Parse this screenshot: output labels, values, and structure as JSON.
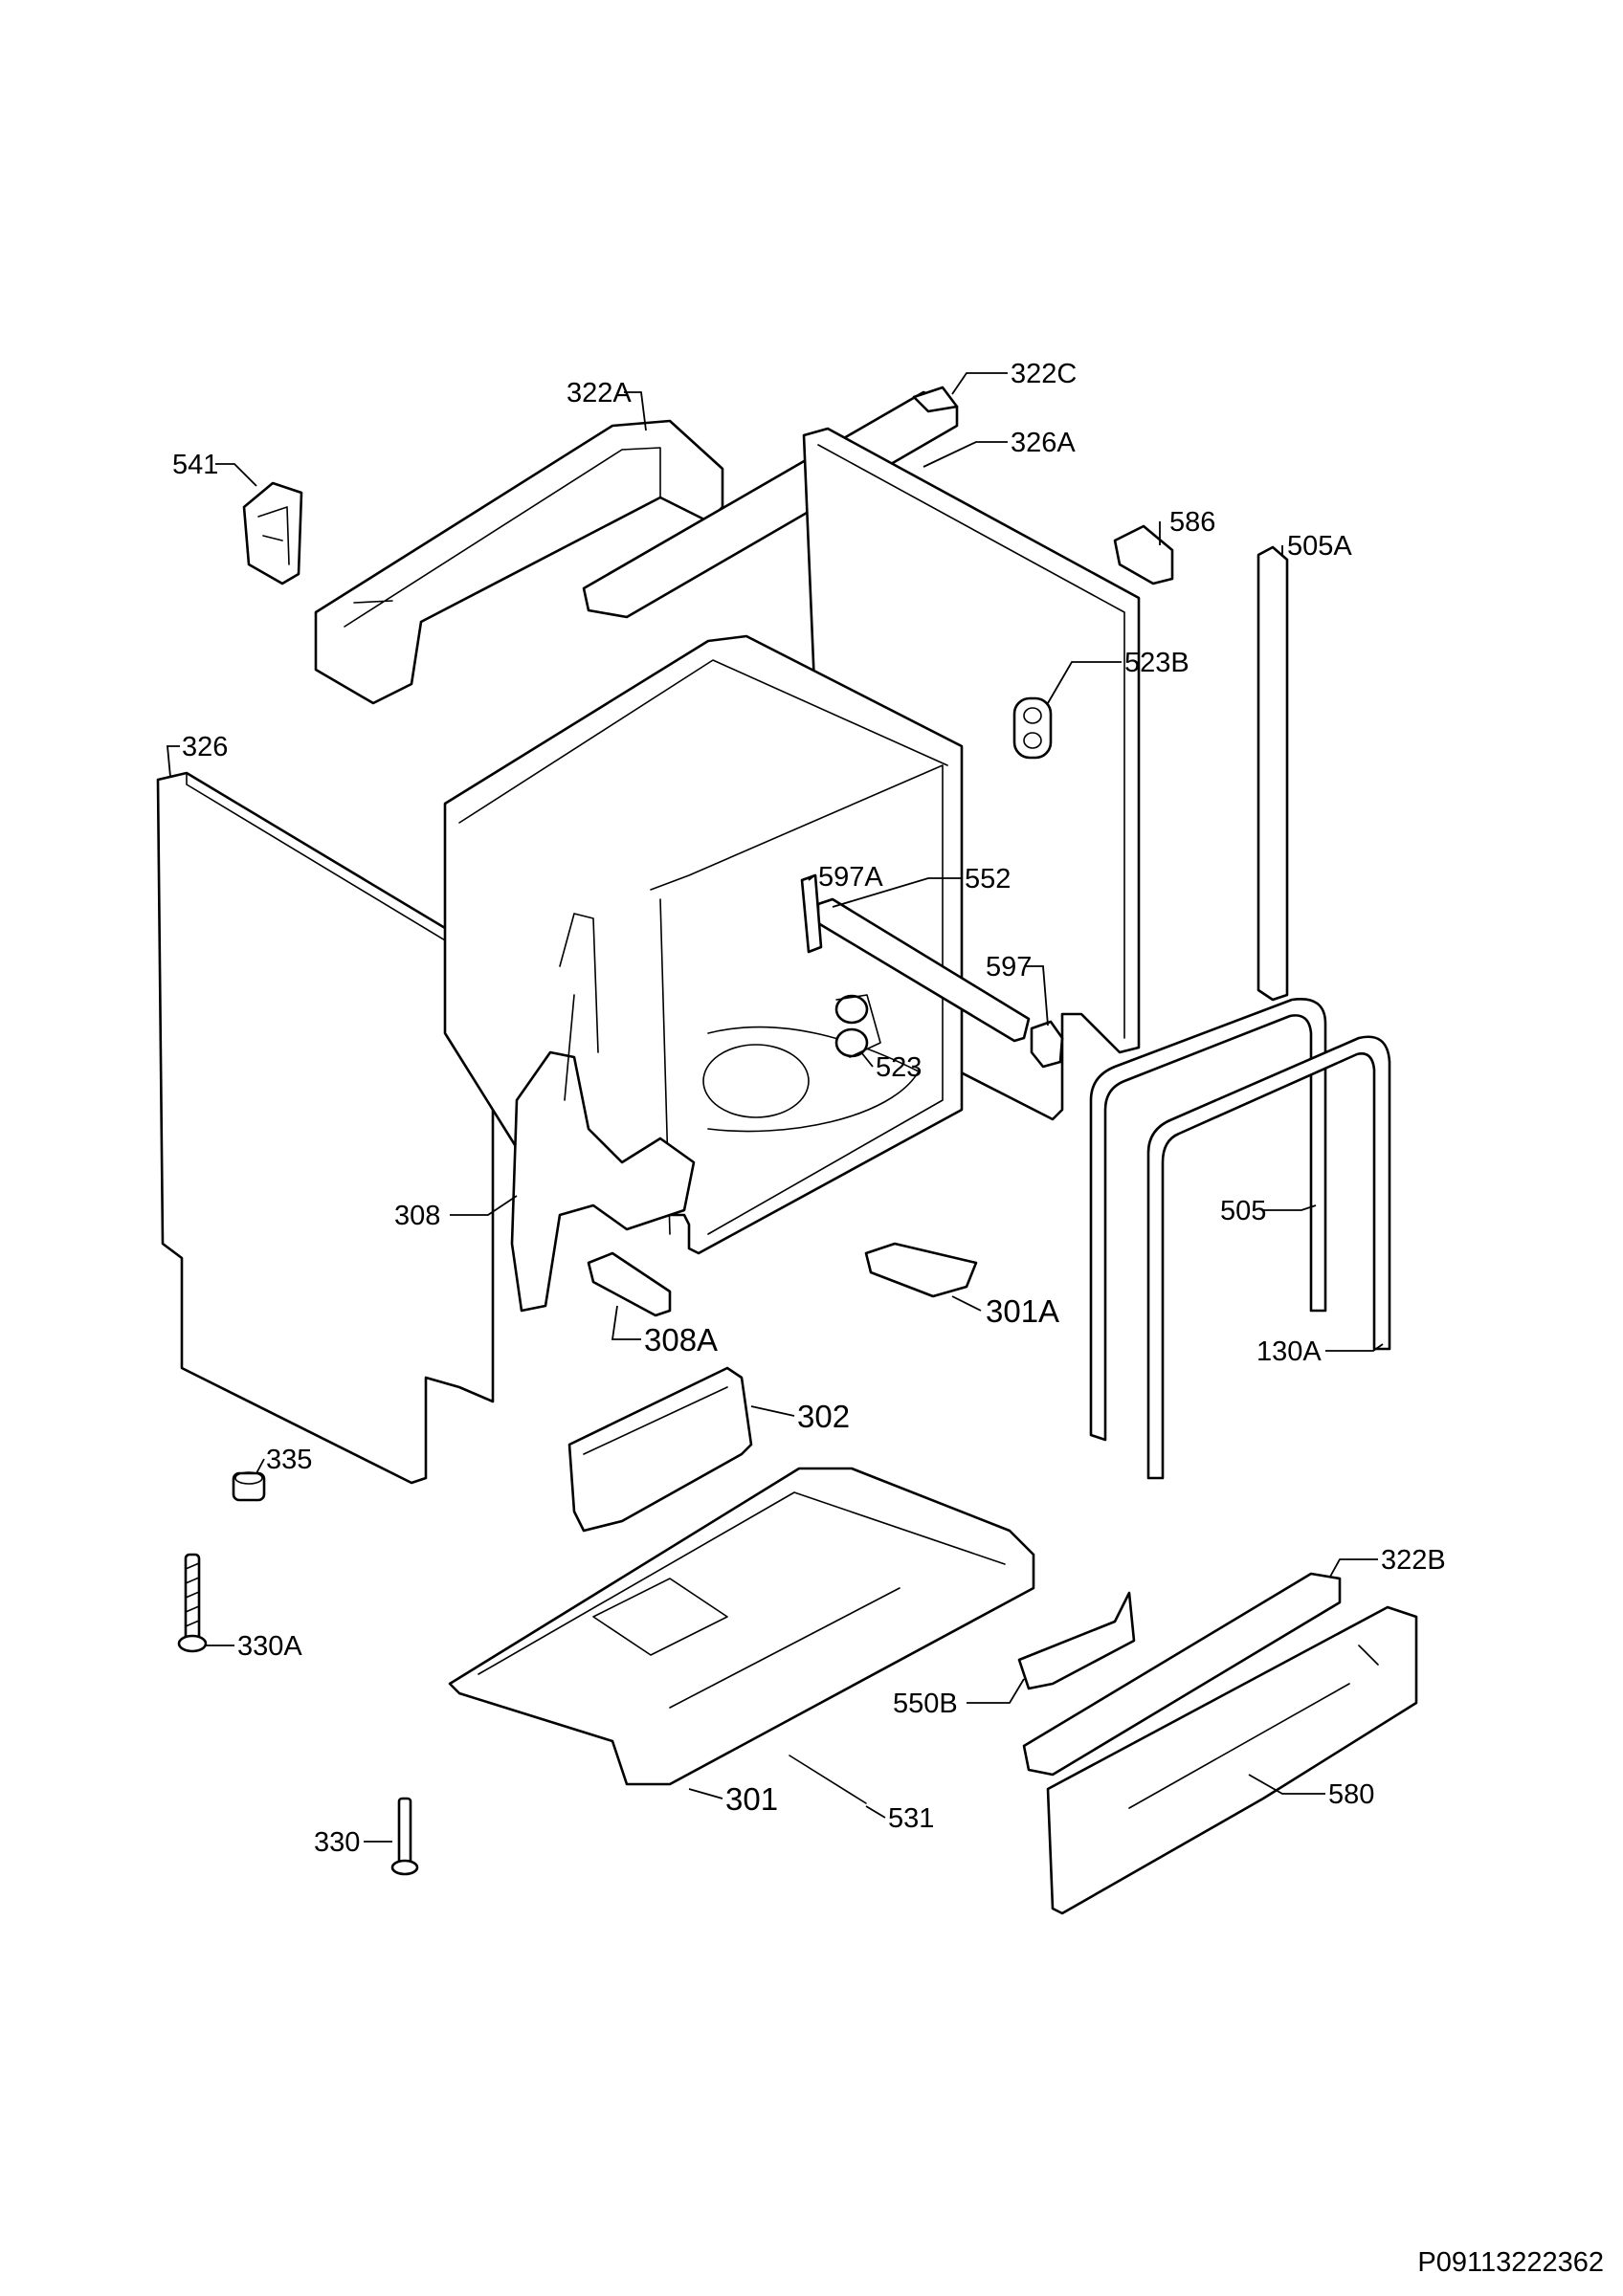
{
  "callouts": {
    "c322A": "322A",
    "c322C": "322C",
    "c326A": "326A",
    "c541": "541",
    "c586": "586",
    "c505A": "505A",
    "c523B": "523B",
    "c326": "326",
    "c597A": "597A",
    "c552": "552",
    "c597": "597",
    "c523": "523",
    "c308": "308",
    "c505": "505",
    "c308A": "308A",
    "c301A": "301A",
    "c130A": "130A",
    "c302": "302",
    "c335": "335",
    "c322B": "322B",
    "c330A": "330A",
    "c550B": "550B",
    "c580": "580",
    "c301": "301",
    "c531": "531",
    "c330": "330"
  },
  "document_id": "P09113222362"
}
